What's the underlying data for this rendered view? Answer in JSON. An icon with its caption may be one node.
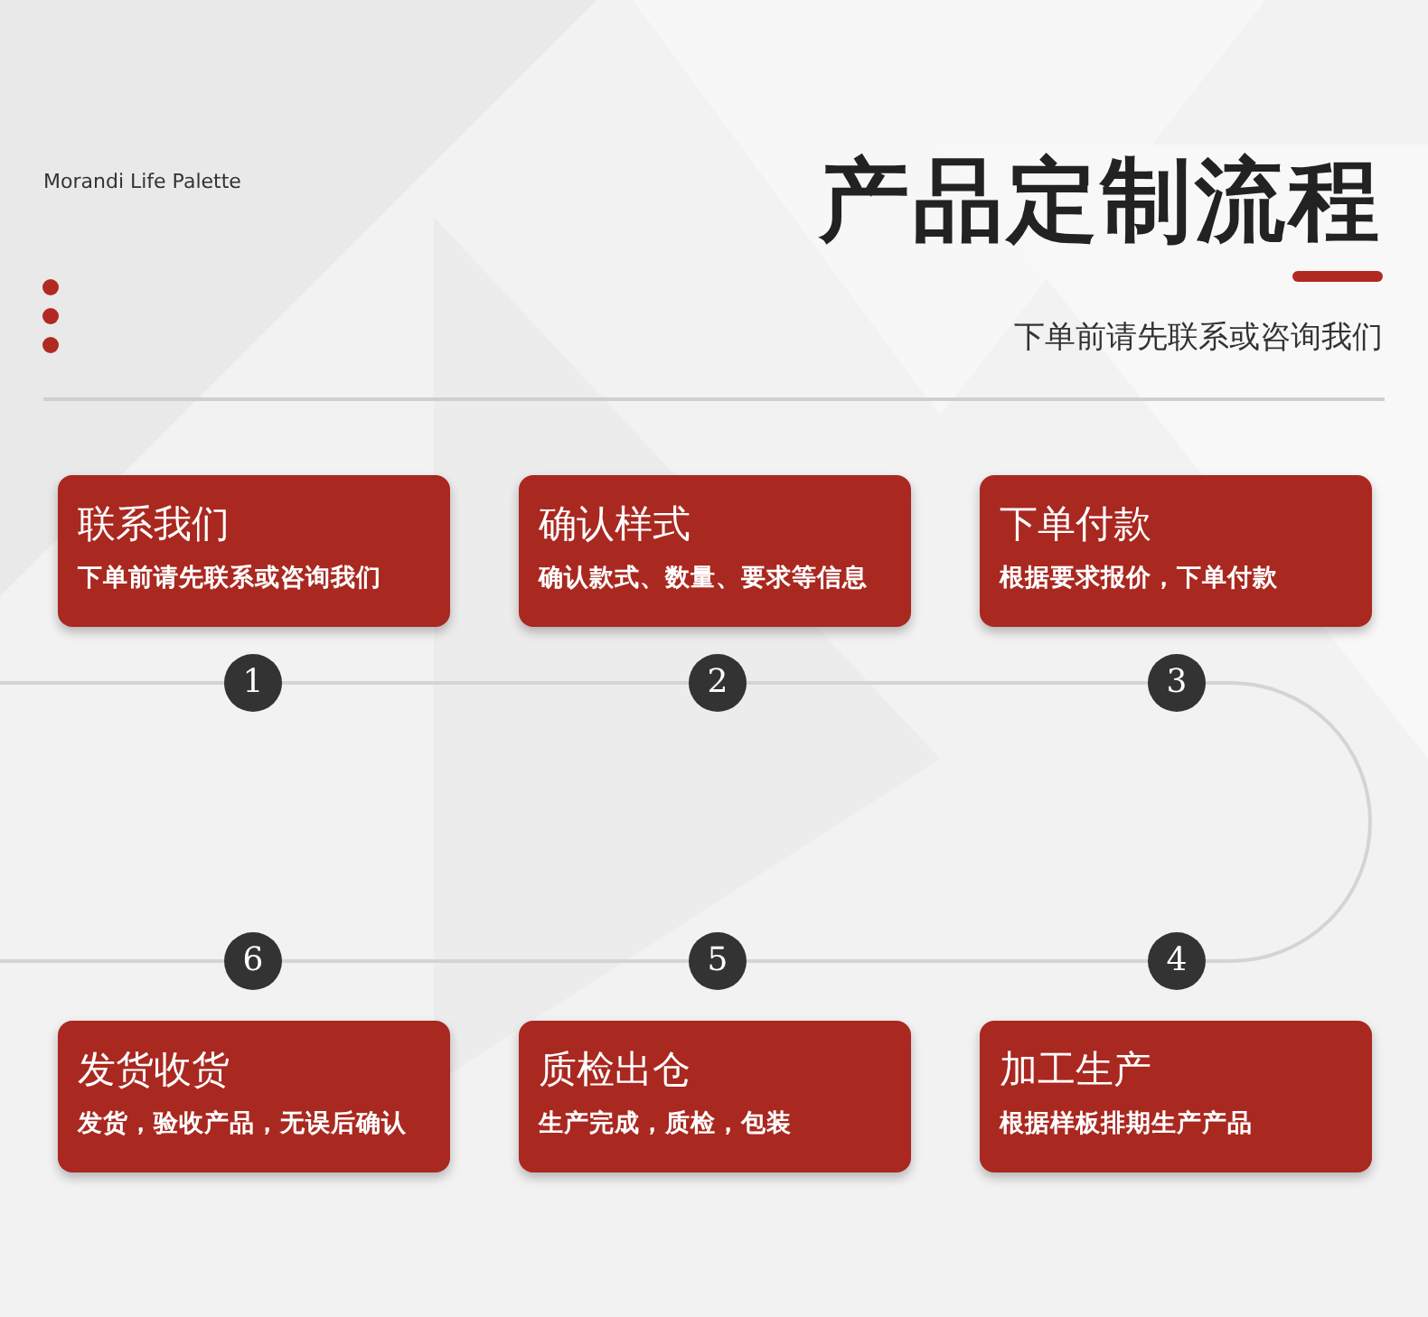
{
  "diagram": {
    "title": "产品定制流程",
    "nodes": [
      {
        "text": [
          "联系我们",
          "下单前请先联系或咨询我们"
        ]
      },
      {
        "text": [
          "确认样式",
          "确认款式、数量、要求等信息"
        ]
      },
      {
        "text": [
          "下单付款",
          "根据要求报价，下单付款"
        ]
      },
      {
        "text": [
          "1"
        ]
      },
      {
        "text": [
          "2"
        ]
      },
      {
        "text": [
          "3"
        ]
      },
      {
        "text": [
          "6"
        ]
      },
      {
        "text": [
          "5"
        ]
      },
      {
        "text": [
          "4"
        ]
      },
      {
        "text": [
          "发货收货",
          "发货，验收产品，无误后确认"
        ]
      },
      {
        "text": [
          "质检出仓",
          "生产完成，质检，包装"
        ]
      },
      {
        "text": [
          "加工生产",
          "根据样板排期生产产品"
        ]
      }
    ],
    "edges": [
      {
        "from": 3,
        "to": 4,
        "arrow": "none"
      },
      {
        "from": 4,
        "to": 5,
        "arrow": "none"
      },
      {
        "from": 5,
        "to": 8,
        "arrow": "none"
      },
      {
        "from": 8,
        "to": 7,
        "arrow": "none"
      },
      {
        "from": 7,
        "to": 6,
        "arrow": "none"
      }
    ],
    "labels": [
      "Morandi Life Palette",
      "下单前请先联系或咨询我们"
    ]
  }
}
